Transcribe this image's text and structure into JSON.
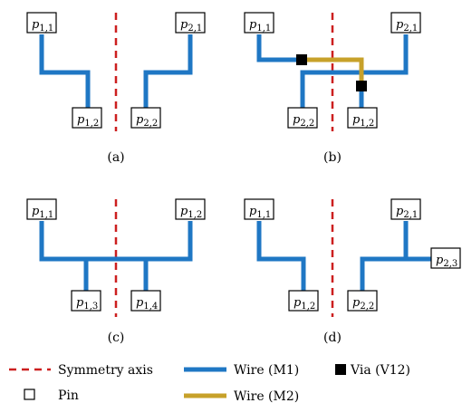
{
  "colors": {
    "wire_m1": "#1f77c4",
    "wire_m2": "#c7a12a",
    "axis": "#cc1f1f",
    "via": "#000000",
    "pin_stroke": "#000000"
  },
  "panels": [
    {
      "caption": "(a)",
      "pins": [
        {
          "label": "p",
          "sub": "1,1"
        },
        {
          "label": "p",
          "sub": "2,1"
        },
        {
          "label": "p",
          "sub": "1,2"
        },
        {
          "label": "p",
          "sub": "2,2"
        }
      ]
    },
    {
      "caption": "(b)",
      "pins": [
        {
          "label": "p",
          "sub": "1,1"
        },
        {
          "label": "p",
          "sub": "2,1"
        },
        {
          "label": "p",
          "sub": "2,2"
        },
        {
          "label": "p",
          "sub": "1,2"
        }
      ]
    },
    {
      "caption": "(c)",
      "pins": [
        {
          "label": "p",
          "sub": "1,1"
        },
        {
          "label": "p",
          "sub": "1,2"
        },
        {
          "label": "p",
          "sub": "1,3"
        },
        {
          "label": "p",
          "sub": "1,4"
        }
      ]
    },
    {
      "caption": "(d)",
      "pins": [
        {
          "label": "p",
          "sub": "1,1"
        },
        {
          "label": "p",
          "sub": "2,1"
        },
        {
          "label": "p",
          "sub": "2,3"
        },
        {
          "label": "p",
          "sub": "1,2"
        },
        {
          "label": "p",
          "sub": "2,2"
        }
      ]
    }
  ],
  "legend": {
    "axis": "Symmetry axis",
    "wire_m1": "Wire (M1)",
    "via": "Via (V12)",
    "pin": "Pin",
    "wire_m2": "Wire (M2)"
  }
}
